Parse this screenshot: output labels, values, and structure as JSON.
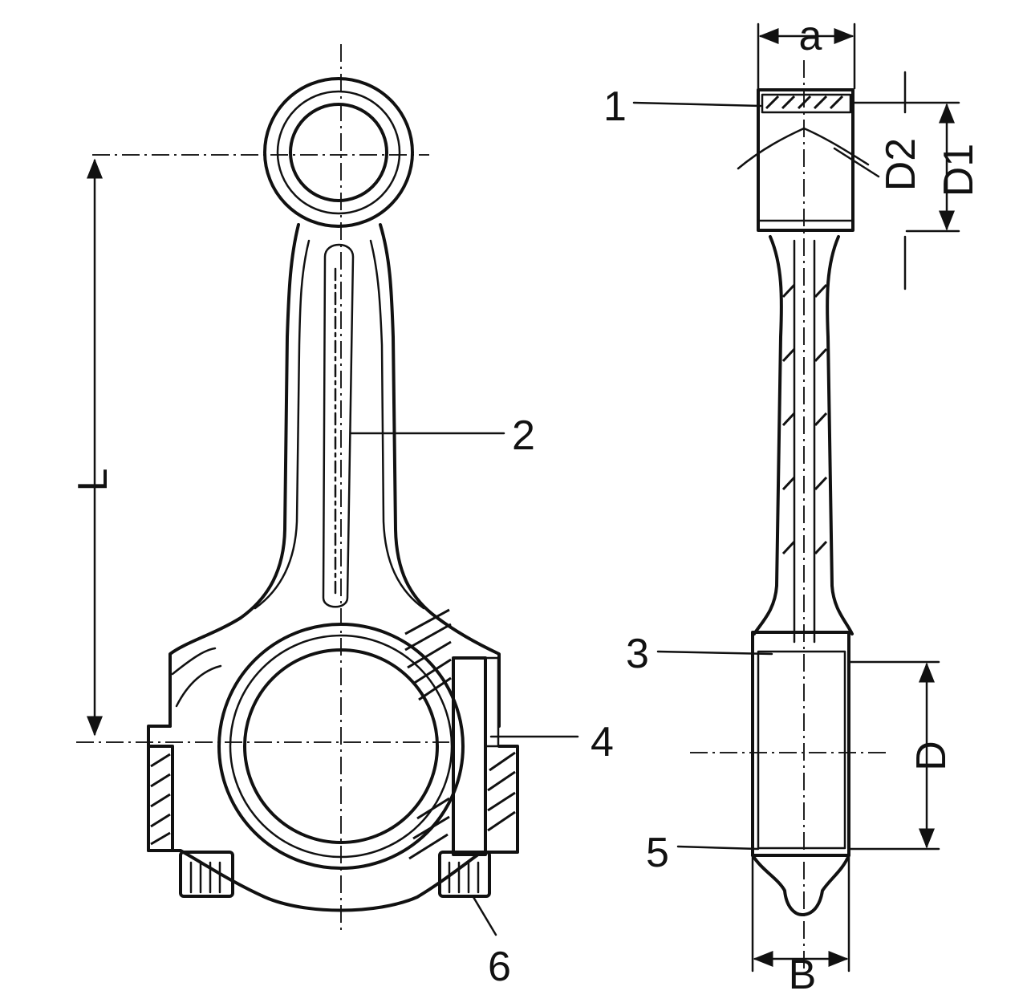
{
  "diagram": {
    "labels": {
      "part1": "1",
      "part2": "2",
      "part3": "3",
      "part4": "4",
      "part5": "5",
      "part6": "6",
      "dim_L": "L",
      "dim_a": "a",
      "dim_D": "D",
      "dim_D1": "D1",
      "dim_D2": "D2",
      "dim_B": "B"
    },
    "colors": {
      "ink": "#111111",
      "paper": "#ffffff"
    }
  }
}
